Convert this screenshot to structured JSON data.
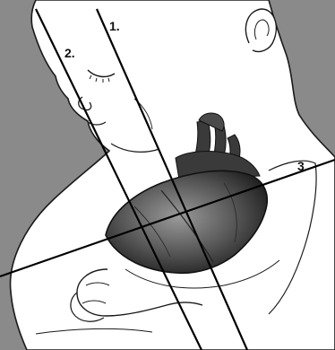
{
  "figure": {
    "colors": {
      "background": "#8a8a8a",
      "body": "#ffffff",
      "outline": "#1a1a1a",
      "heart": "#4a4a4a",
      "plane_line": "#000000"
    },
    "planes": [
      {
        "label": "1."
      },
      {
        "label": "2."
      },
      {
        "label": "3."
      }
    ]
  }
}
